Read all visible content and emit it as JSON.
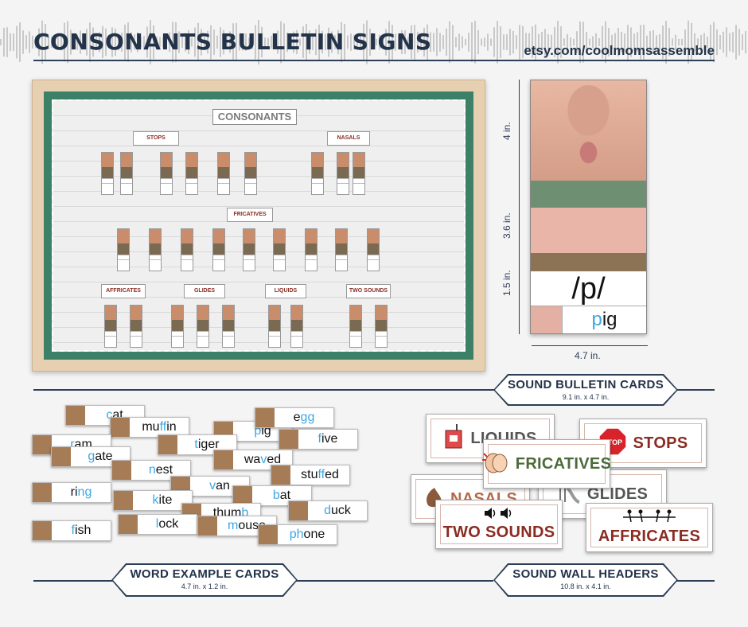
{
  "header": {
    "title": "Consonants Bulletin Signs",
    "site": "etsy.com/coolmomsassemble"
  },
  "board": {
    "title": "CONSONANTS",
    "headers": [
      "STOPS",
      "NASALS",
      "FRICATIVES",
      "AFFRICATES",
      "GLIDES",
      "LIQUIDS",
      "TWO SOUNDS"
    ]
  },
  "card": {
    "phoneme": "/p/",
    "word_hl": "p",
    "word_rest": "ig",
    "dim_face": "4 in.",
    "dim_pic": "3.6 in.",
    "dim_phon": "1.5 in.",
    "dim_width": "4.7 in."
  },
  "labels": {
    "sound_cards": {
      "title": "SOUND BULLETIN CARDS",
      "size": "9.1 in. x 4.7 in."
    },
    "word_cards": {
      "title": "WORD EXAMPLE CARDS",
      "size": "4.7 in. x 1.2 in."
    },
    "wall_headers": {
      "title": "SOUND WALL HEADERS",
      "size": "10.8 in. x 4.1 in."
    }
  },
  "word_cards": [
    {
      "pre": "",
      "hl": "c",
      "post": "at"
    },
    {
      "pre": "mu",
      "hl": "ff",
      "post": "in"
    },
    {
      "pre": "",
      "hl": "p",
      "post": "ig"
    },
    {
      "pre": "e",
      "hl": "gg",
      "post": ""
    },
    {
      "pre": "",
      "hl": "r",
      "post": "am"
    },
    {
      "pre": "",
      "hl": "t",
      "post": "iger"
    },
    {
      "pre": "",
      "hl": "f",
      "post": "ive"
    },
    {
      "pre": "",
      "hl": "g",
      "post": "ate"
    },
    {
      "pre": "wa",
      "hl": "v",
      "post": "ed"
    },
    {
      "pre": "",
      "hl": "n",
      "post": "est"
    },
    {
      "pre": "stu",
      "hl": "ff",
      "post": "ed"
    },
    {
      "pre": "ri",
      "hl": "ng",
      "post": ""
    },
    {
      "pre": "",
      "hl": "v",
      "post": "an"
    },
    {
      "pre": "",
      "hl": "k",
      "post": "ite"
    },
    {
      "pre": "",
      "hl": "b",
      "post": "at"
    },
    {
      "pre": "",
      "hl": "d",
      "post": "uck"
    },
    {
      "pre": "thum",
      "hl": "b",
      "post": ""
    },
    {
      "pre": "",
      "hl": "l",
      "post": "ock"
    },
    {
      "pre": "",
      "hl": "m",
      "post": "ouse"
    },
    {
      "pre": "",
      "hl": "f",
      "post": "ish"
    },
    {
      "pre": "",
      "hl": "ph",
      "post": "one"
    }
  ],
  "wall_headers": {
    "liquids": "LIQUIDS",
    "stops_icon": "STOP",
    "stops": "STOPS",
    "fricatives": "FRICATIVES",
    "nasals": "NASALS",
    "glides": "GLIDES",
    "two_sounds": "TWO SOUNDS",
    "affricates": "AFFRICATES"
  },
  "colors": {
    "navy": "#2d3e57",
    "accent_blue": "#3ea7e3",
    "header_red": "#8a2c22",
    "header_green": "#4c6b3a",
    "header_gray": "#555555"
  },
  "icons": [
    "waveform-icon",
    "stop-sign-icon",
    "juice-box-icon",
    "clapping-hands-icon",
    "slide-icon",
    "nose-icon",
    "speaker-icon",
    "tug-of-war-icon"
  ]
}
